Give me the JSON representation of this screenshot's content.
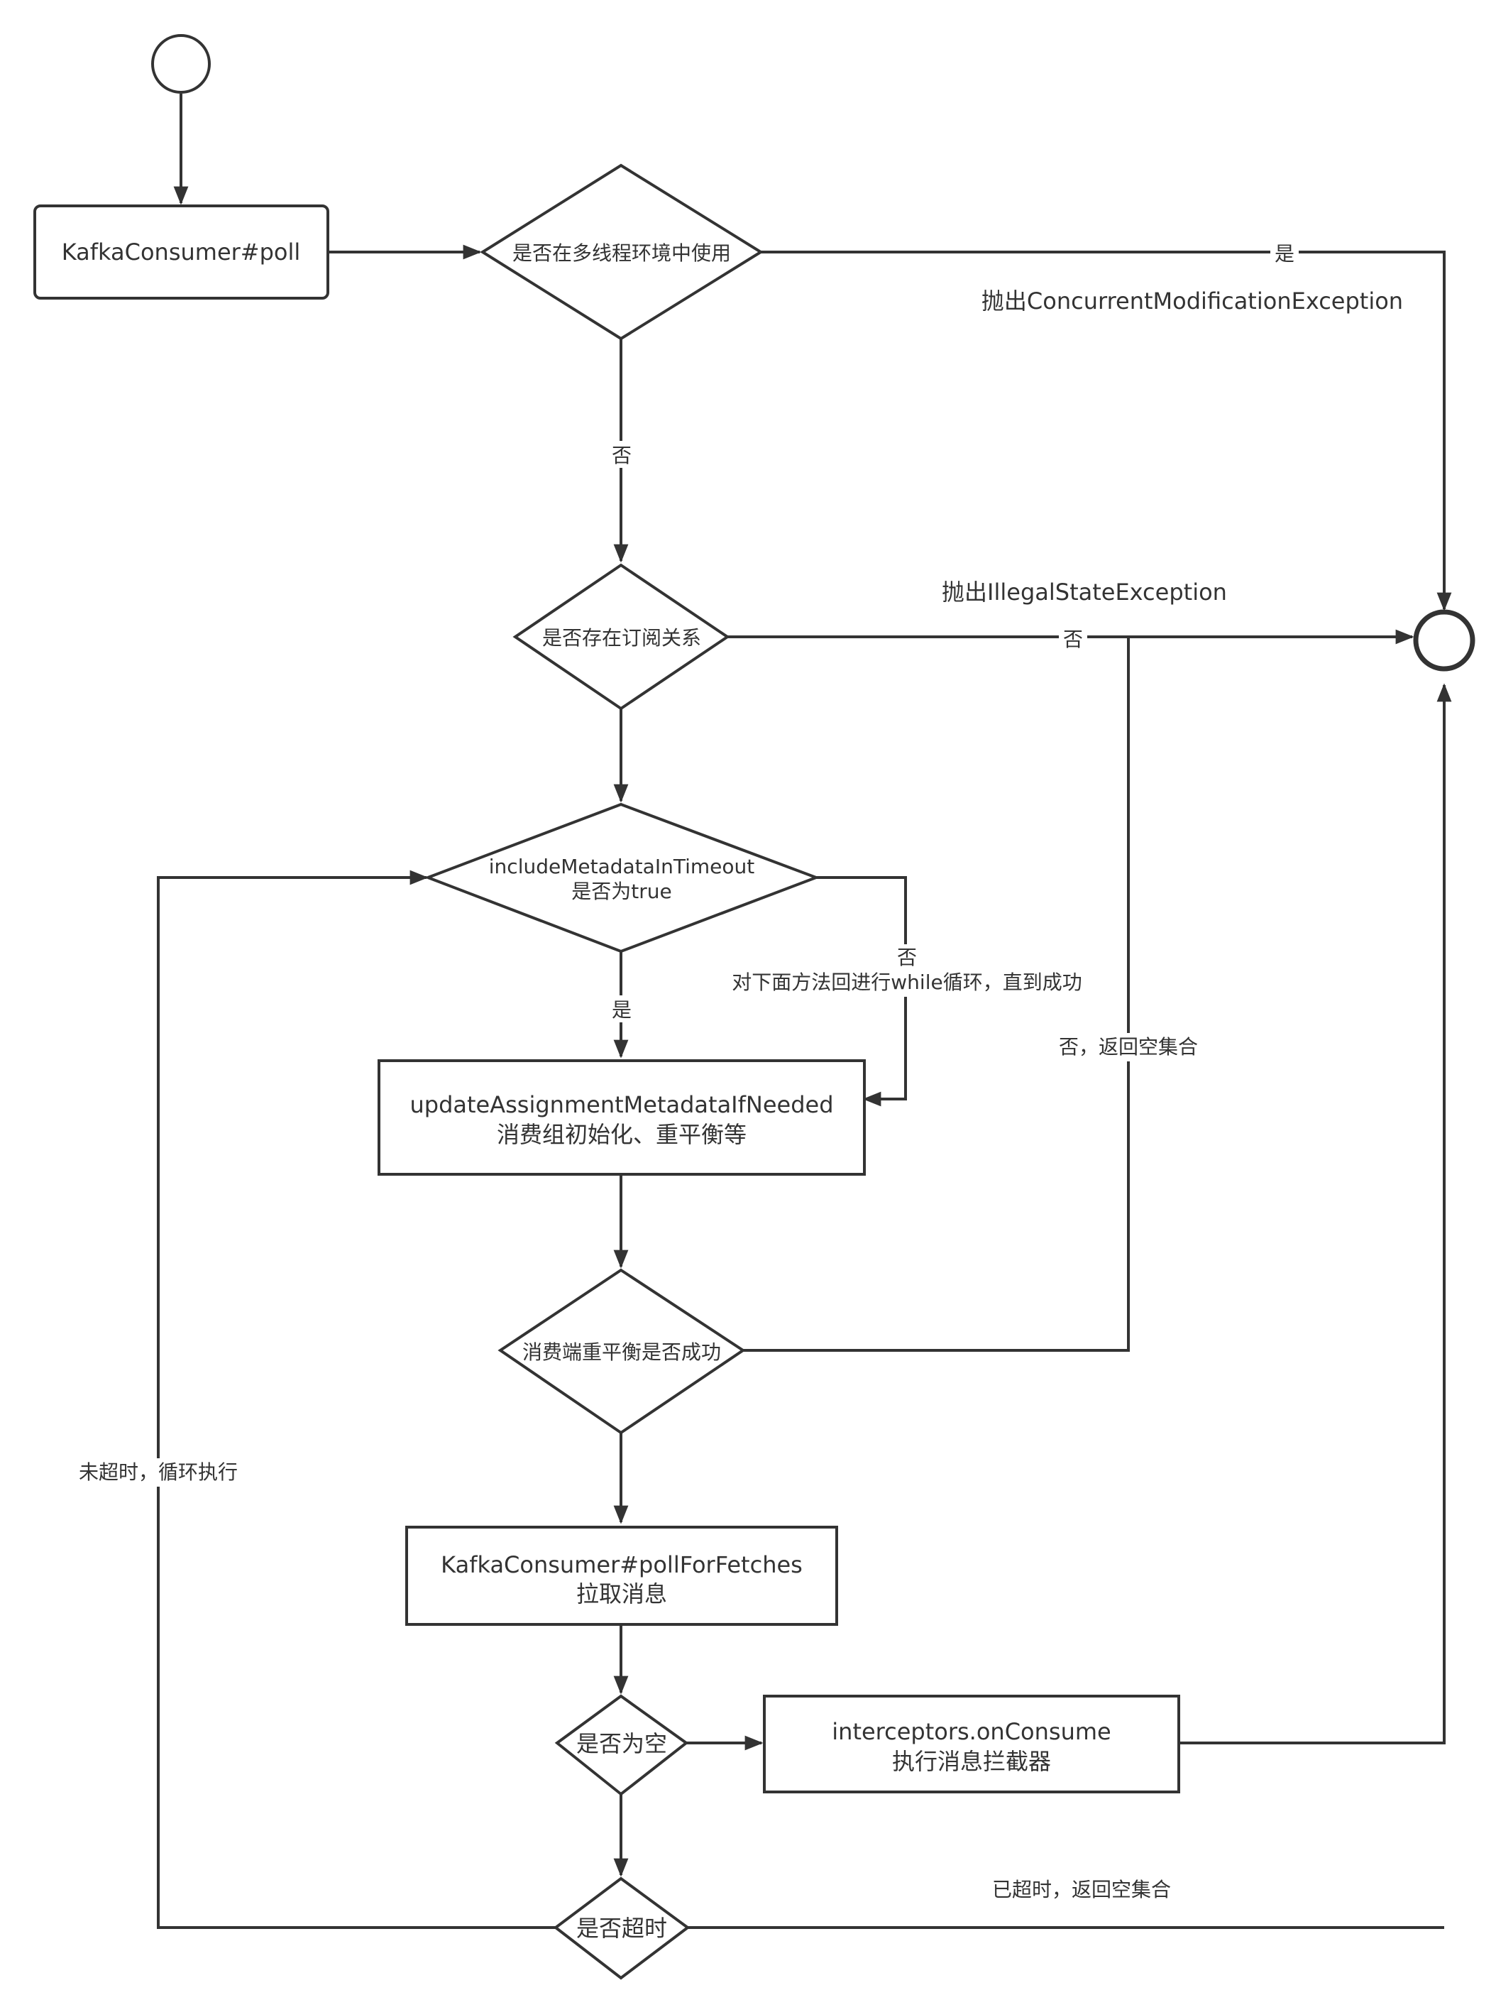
{
  "nodes": {
    "poll": "KafkaConsumer#poll",
    "multithread": "是否在多线程环境中使用",
    "subscription": "是否存在订阅关系",
    "include_metadata_line1": "includeMetadataInTimeout",
    "include_metadata_line2": "是否为true",
    "update_metadata_line1": "updateAssignmentMetadataIfNeeded",
    "update_metadata_line2": "消费组初始化、重平衡等",
    "rebalance_success": "消费端重平衡是否成功",
    "poll_for_fetches_line1": "KafkaConsumer#pollForFetches",
    "poll_for_fetches_line2": "拉取消息",
    "is_empty": "是否为空",
    "interceptors_line1": "interceptors.onConsume",
    "interceptors_line2": "执行消息拦截器",
    "is_timeout": "是否超时"
  },
  "edge_labels": {
    "multithread_yes": "是",
    "multithread_yes_note": "抛出ConcurrentModificationException",
    "multithread_no": "否",
    "subscription_no": "否",
    "subscription_no_note": "抛出IllegalStateException",
    "include_yes": "是",
    "include_no_line1": "否",
    "include_no_line2": "对下面方法回进行while循环，直到成功",
    "rebalance_no": "否，返回空集合",
    "not_timeout_loop": "未超时，循环执行",
    "timeout_return": "已超时，返回空集合"
  },
  "colors": {
    "stroke": "#333333",
    "text": "#333333",
    "background": "#ffffff"
  }
}
